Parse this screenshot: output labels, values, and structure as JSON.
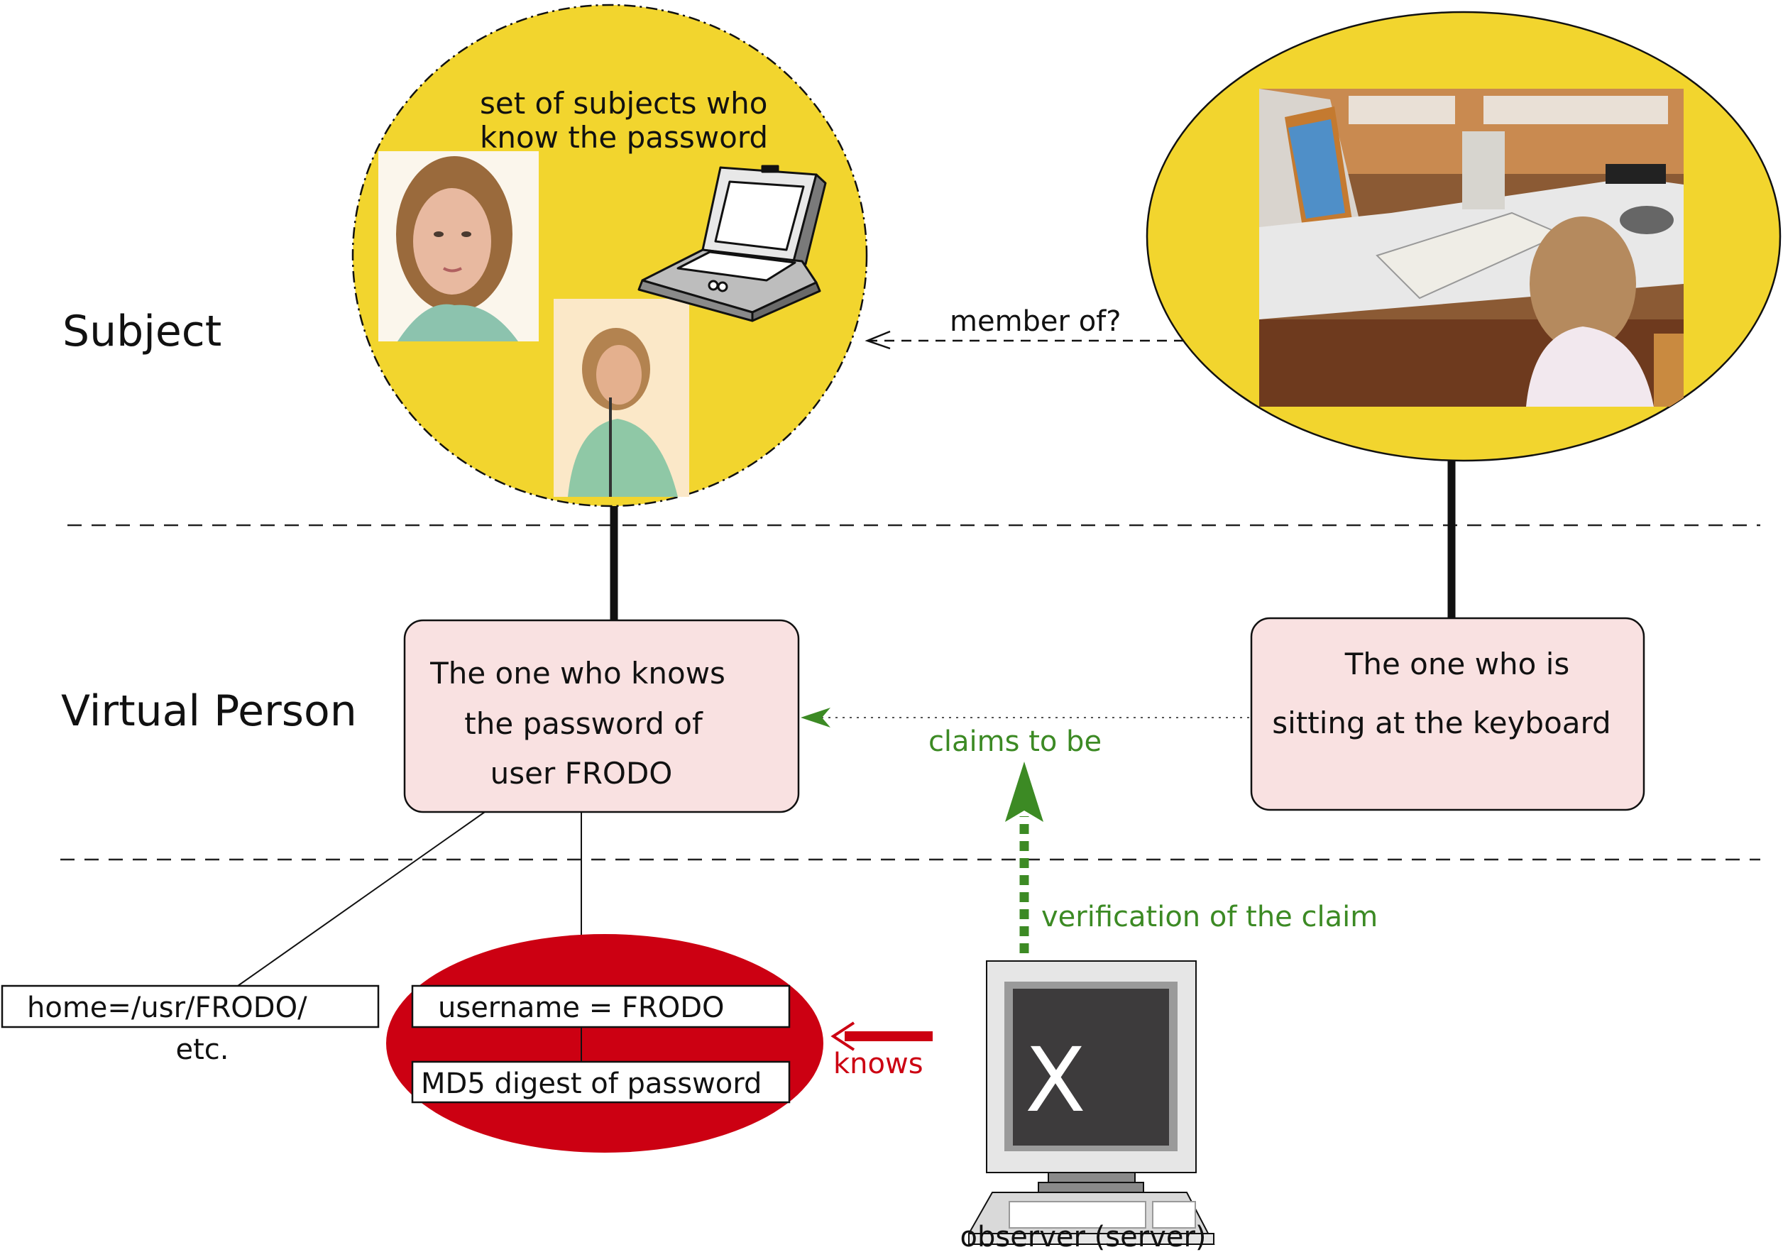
{
  "layers": {
    "subject": "Subject",
    "virtual_person": "Virtual Person"
  },
  "subject_set": {
    "caption_lines": [
      "set of subjects who",
      "know the password"
    ],
    "members": [
      "portrait-woman-photo",
      "woman-on-phone-photo",
      "laptop-illustration"
    ]
  },
  "actual_subject": {
    "image": "child-at-computer-photo"
  },
  "relations": {
    "member_of": "member of?",
    "claims_to_be": "claims to be",
    "verification": "verification of the claim",
    "knows": "knows"
  },
  "virtual_persons": {
    "claimed": [
      "The one who knows",
      "the password of",
      "user FRODO"
    ],
    "actual": [
      "The one who is",
      "sitting at the keyboard"
    ]
  },
  "attributes": {
    "home": "home=/usr/FRODO/",
    "etc": "etc.",
    "username": "username = FRODO",
    "digest": "MD5 digest of password"
  },
  "observer": {
    "label": "observer (server)",
    "screen_glyph": "X"
  },
  "colors": {
    "yellow": "#F2D52E",
    "pink": "#F9E1E1",
    "red": "#CC0012",
    "green": "#3C8A24",
    "line": "#111111"
  }
}
